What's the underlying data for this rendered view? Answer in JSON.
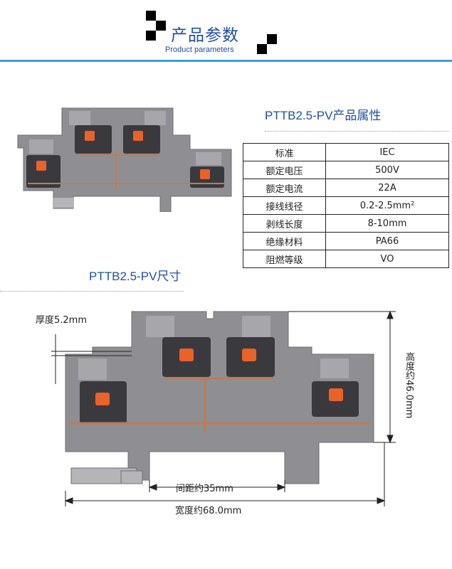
{
  "header": {
    "title": "产品参数",
    "subtitle": "Product parameters"
  },
  "properties_section": {
    "title": "PTTB2.5-PV产品属性",
    "rows": [
      {
        "key": "标准",
        "value": "IEC"
      },
      {
        "key": "额定电压",
        "value": "500V"
      },
      {
        "key": "额定电流",
        "value": "22A"
      },
      {
        "key": "接线线径",
        "value": "0.2-2.5mm²"
      },
      {
        "key": "剥线长度",
        "value": "8-10mm"
      },
      {
        "key": "绝缘材料",
        "value": "PA66"
      },
      {
        "key": "阻燃等级",
        "value": "VO"
      }
    ]
  },
  "dimensions_section": {
    "title": "PTTB2.5-PV尺寸",
    "thickness_label": "厚度5.2mm",
    "height_label": "高度约46.0mm",
    "spacing_label": "间距约35mm",
    "width_label": "宽度约68.0mm"
  },
  "colors": {
    "accent_blue": "#1f4fa0",
    "line_blue": "#3aa0d8",
    "body_gray": "#8f8f93",
    "clamp_orange": "#e8622a",
    "copper": "#c07a52"
  }
}
